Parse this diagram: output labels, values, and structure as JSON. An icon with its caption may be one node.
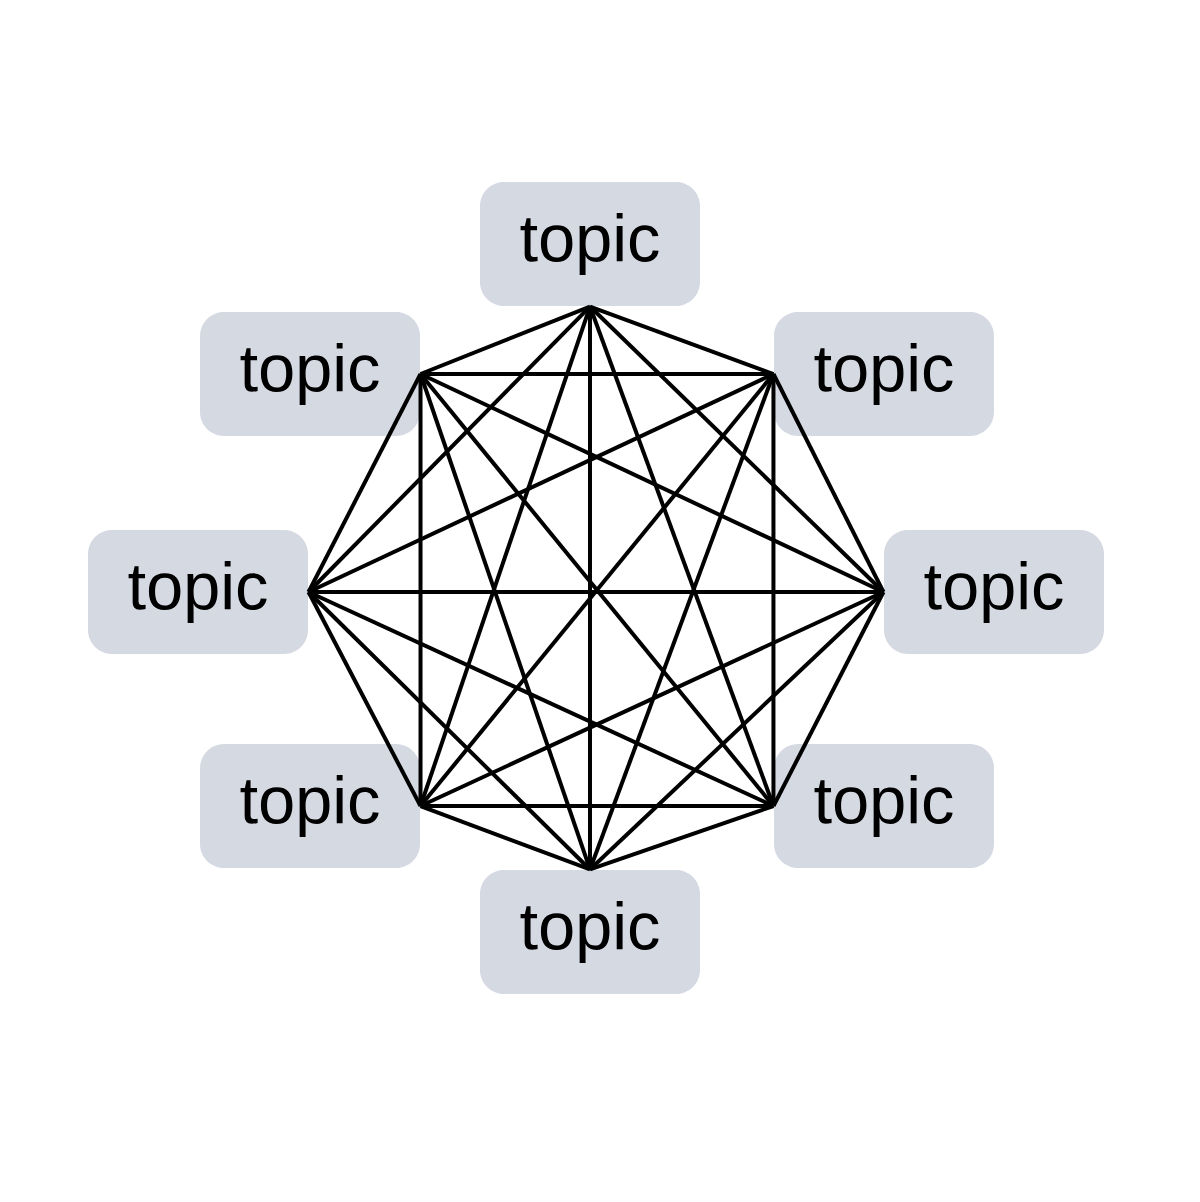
{
  "diagram": {
    "nodes": [
      {
        "text": [
          "topic"
        ]
      },
      {
        "text": [
          "topic"
        ]
      },
      {
        "text": [
          "topic"
        ]
      },
      {
        "text": [
          "topic"
        ]
      },
      {
        "text": [
          "topic"
        ]
      },
      {
        "text": [
          "topic"
        ]
      },
      {
        "text": [
          "topic"
        ]
      },
      {
        "text": [
          "topic"
        ]
      }
    ],
    "edges": [
      {
        "from": 0,
        "to": 1,
        "arrow": "none"
      },
      {
        "from": 0,
        "to": 2,
        "arrow": "none"
      },
      {
        "from": 0,
        "to": 3,
        "arrow": "none"
      },
      {
        "from": 0,
        "to": 4,
        "arrow": "none"
      },
      {
        "from": 0,
        "to": 5,
        "arrow": "none"
      },
      {
        "from": 0,
        "to": 6,
        "arrow": "none"
      },
      {
        "from": 0,
        "to": 7,
        "arrow": "none"
      },
      {
        "from": 1,
        "to": 2,
        "arrow": "none"
      },
      {
        "from": 1,
        "to": 3,
        "arrow": "none"
      },
      {
        "from": 1,
        "to": 4,
        "arrow": "none"
      },
      {
        "from": 1,
        "to": 5,
        "arrow": "none"
      },
      {
        "from": 1,
        "to": 6,
        "arrow": "none"
      },
      {
        "from": 1,
        "to": 7,
        "arrow": "none"
      },
      {
        "from": 2,
        "to": 3,
        "arrow": "none"
      },
      {
        "from": 2,
        "to": 4,
        "arrow": "none"
      },
      {
        "from": 2,
        "to": 5,
        "arrow": "none"
      },
      {
        "from": 2,
        "to": 6,
        "arrow": "none"
      },
      {
        "from": 2,
        "to": 7,
        "arrow": "none"
      },
      {
        "from": 3,
        "to": 4,
        "arrow": "none"
      },
      {
        "from": 3,
        "to": 5,
        "arrow": "none"
      },
      {
        "from": 3,
        "to": 6,
        "arrow": "none"
      },
      {
        "from": 3,
        "to": 7,
        "arrow": "none"
      },
      {
        "from": 4,
        "to": 5,
        "arrow": "none"
      },
      {
        "from": 4,
        "to": 6,
        "arrow": "none"
      },
      {
        "from": 4,
        "to": 7,
        "arrow": "none"
      },
      {
        "from": 5,
        "to": 6,
        "arrow": "none"
      },
      {
        "from": 5,
        "to": 7,
        "arrow": "none"
      },
      {
        "from": 6,
        "to": 7,
        "arrow": "none"
      }
    ]
  }
}
